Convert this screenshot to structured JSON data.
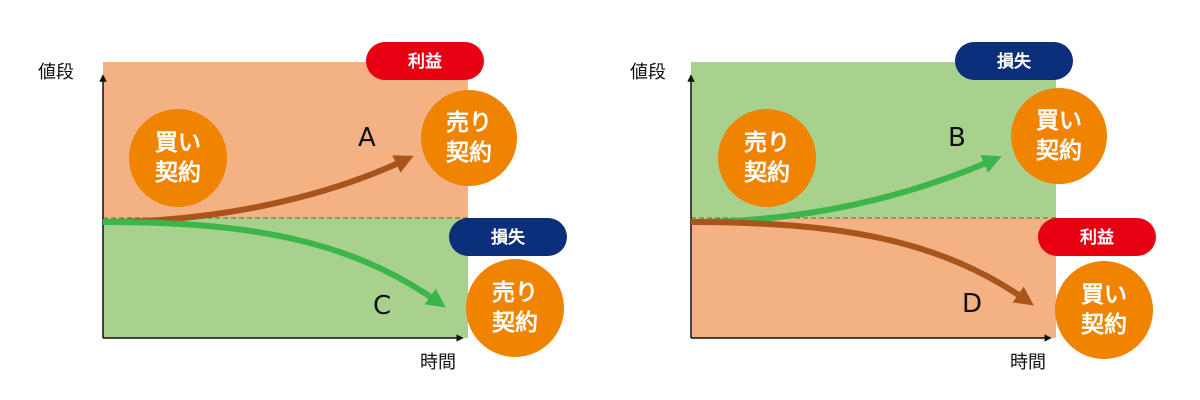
{
  "colors": {
    "profit_zone": "#F4B183",
    "loss_zone": "#A9D18E",
    "profit_pill": "#E60012",
    "loss_pill": "#0B2F7A",
    "circle": "#F08300",
    "brown_arrow": "#A9541B",
    "green_arrow": "#3CB54A",
    "axis": "#111111"
  },
  "left": {
    "y_axis_label": "値段",
    "x_axis_label": "時間",
    "top_pill": "利益",
    "bottom_pill": "損失",
    "origin_contract": [
      "買い",
      "契約"
    ],
    "top_contract": [
      "売り",
      "契約"
    ],
    "bottom_contract": [
      "売り",
      "契約"
    ],
    "upper_arrow_label": "A",
    "lower_arrow_label": "C"
  },
  "right": {
    "y_axis_label": "値段",
    "x_axis_label": "時間",
    "top_pill": "損失",
    "bottom_pill": "利益",
    "origin_contract": [
      "売り",
      "契約"
    ],
    "top_contract": [
      "買い",
      "契約"
    ],
    "bottom_contract": [
      "買い",
      "契約"
    ],
    "upper_arrow_label": "B",
    "lower_arrow_label": "D"
  }
}
